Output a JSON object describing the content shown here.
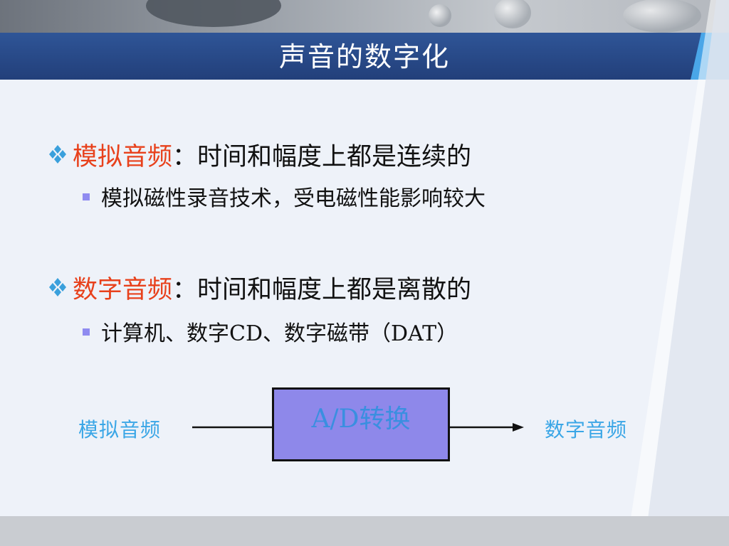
{
  "title": "声音的数字化",
  "bullets": [
    {
      "keyword": "模拟音频",
      "text": "：时间和幅度上都是连续的",
      "sub": "模拟磁性录音技术，受电磁性能影响较大"
    },
    {
      "keyword": "数字音频",
      "text": "：时间和幅度上都是离散的",
      "sub": "计算机、数字CD、数字磁带（DAT）"
    }
  ],
  "diagram": {
    "input_label": "模拟音频",
    "box_label": "A/D转换",
    "output_label": "数字音频"
  },
  "colors": {
    "title_bar": "#274a8a",
    "keyword": "#e8411c",
    "diagram_text": "#3aa6e6",
    "box_fill": "#8e88ea",
    "accent_stripe": "#4aa6e8"
  },
  "icons": {
    "bullet_marker": "diamond-cluster-icon",
    "sub_marker": "square-bullet-icon"
  }
}
